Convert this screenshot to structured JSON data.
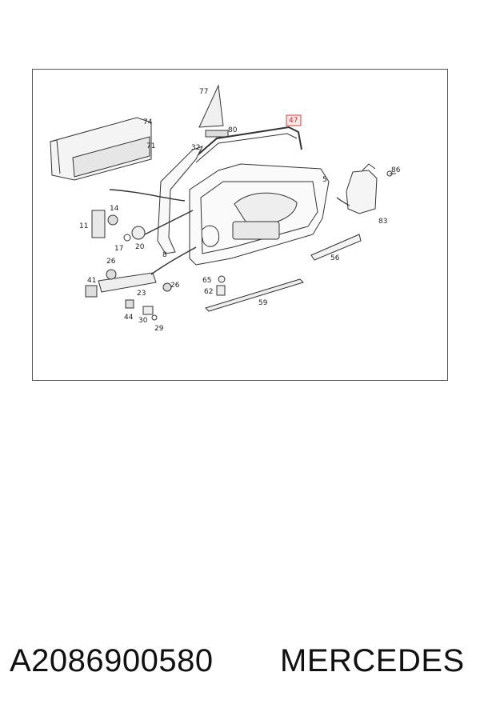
{
  "diagram": {
    "highlight_color": "#d04040",
    "highlighted_part": "47",
    "callouts": [
      "74",
      "71",
      "77",
      "80",
      "47",
      "32",
      "5",
      "86",
      "83",
      "14",
      "11",
      "17",
      "20",
      "8",
      "26",
      "41",
      "23",
      "26",
      "65",
      "62",
      "56",
      "59",
      "44",
      "30",
      "29"
    ]
  },
  "caption": {
    "part_number": "A2086900580",
    "brand": "MERCEDES"
  }
}
